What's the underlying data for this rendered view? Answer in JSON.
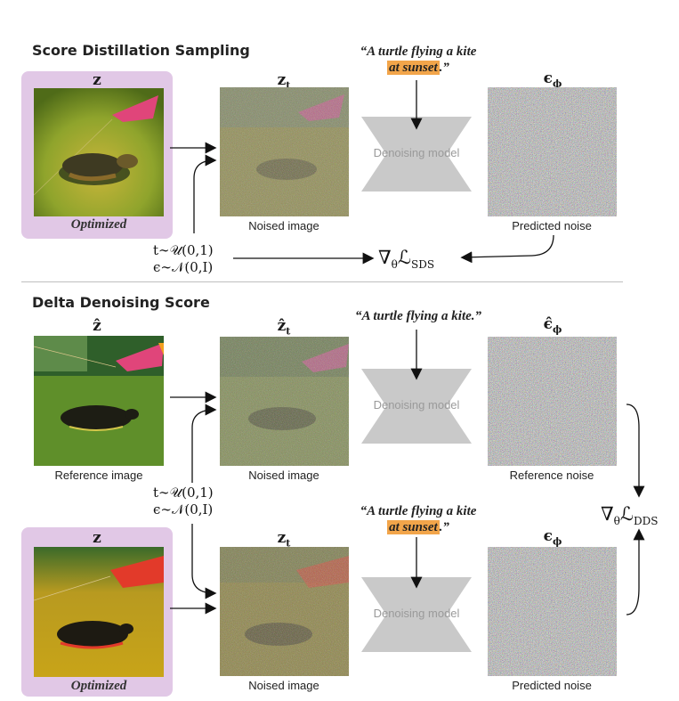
{
  "sds": {
    "title": "Score Distillation Sampling",
    "z_label": "z",
    "optimized_label": "Optimized",
    "zt_label": "z",
    "zt_sub": "t",
    "noised_caption": "Noised image",
    "prompt_line1": "“A turtle flying a kite",
    "prompt_line2a": "at sunset",
    "prompt_line2b": ".”",
    "model_label": "Denoising model",
    "eps_label": "ϵ",
    "eps_sub": "ϕ",
    "predicted_caption": "Predicted noise",
    "t_eq": "t∼𝒰(0,1)",
    "eps_eq": "ϵ∼𝒩(0,I)",
    "grad_label": "∇",
    "grad_sub": "θ",
    "loss_label": "ℒ",
    "loss_sub": "SDS"
  },
  "dds": {
    "title": "Delta Denoising Score",
    "zhat_label": "ẑ",
    "ref_caption": "Reference image",
    "zhat_t_label": "ẑ",
    "zhat_t_sub": "t",
    "noised_caption_top": "Noised image",
    "prompt_top": "“A turtle flying a kite.”",
    "model_label_top": "Denoising model",
    "eps_hat_label": "ϵ̂",
    "eps_hat_sub": "ϕ",
    "ref_noise_caption": "Reference noise",
    "t_eq": "t∼𝒰(0,1)",
    "eps_eq": "ϵ∼𝒩(0,I)",
    "grad_label": "∇",
    "grad_sub": "θ",
    "loss_label": "ℒ",
    "loss_sub": "DDS",
    "z_label": "z",
    "optimized_label": "Optimized",
    "zt_label": "z",
    "zt_sub": "t",
    "noised_caption_bottom": "Noised image",
    "prompt_bottom_line1": "“A turtle flying a kite",
    "prompt_bottom_line2a": "at sunset",
    "prompt_bottom_line2b": ".”",
    "model_label_bottom": "Denoising model",
    "eps_label": "ϵ",
    "eps_sub": "ϕ",
    "predicted_caption": "Predicted noise"
  },
  "colors": {
    "purple_bg": "#e1c8e6",
    "highlight": "#f2a54a",
    "model_gray": "#c9c9c9",
    "model_text": "#9a9a9a",
    "kite_pink": "#e0457a",
    "kite_red": "#e23a2a"
  }
}
